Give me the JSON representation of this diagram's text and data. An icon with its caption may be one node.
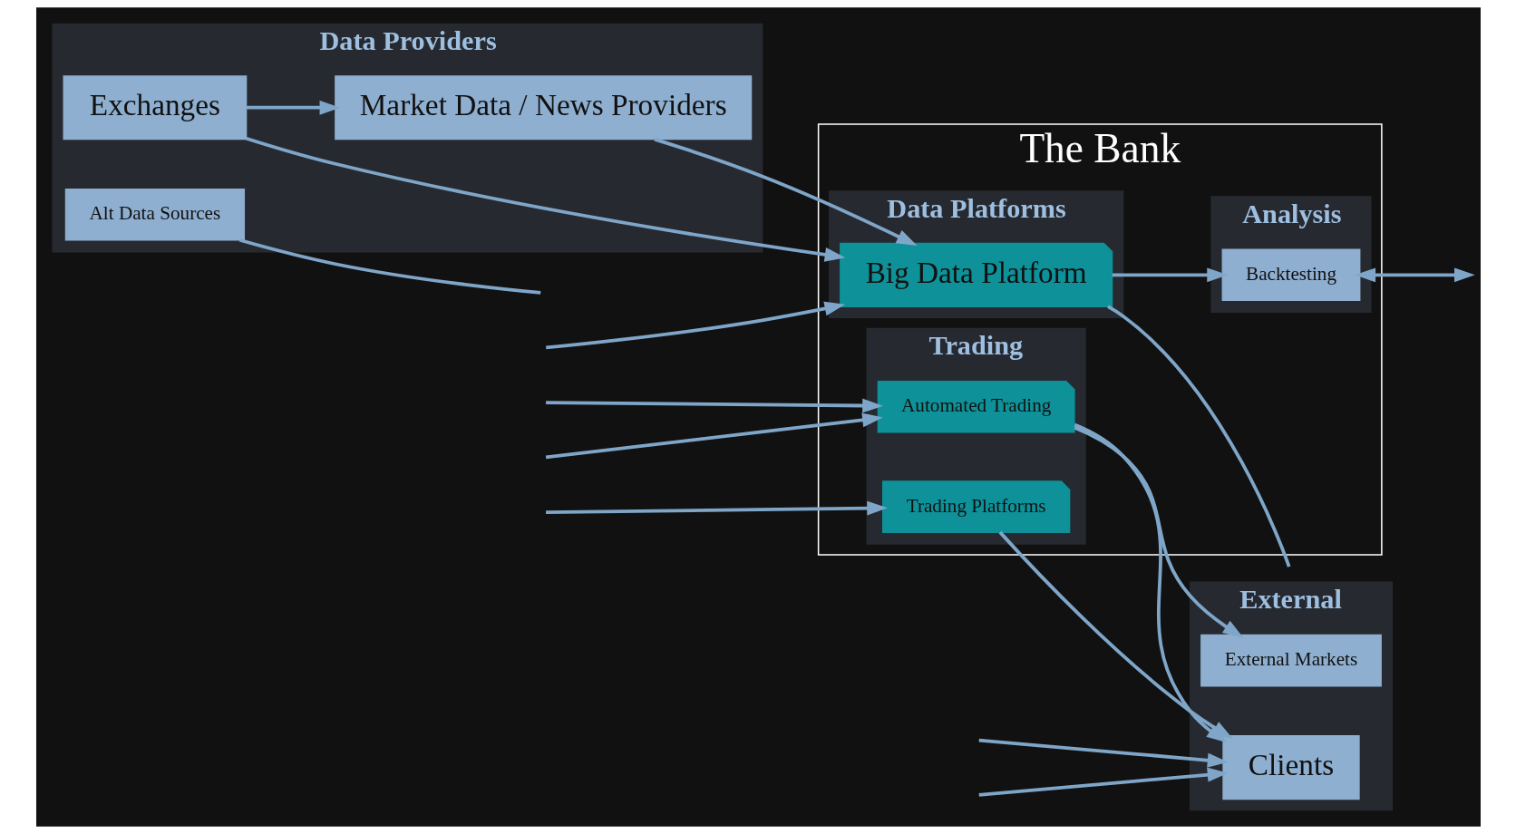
{
  "diagram": {
    "nodes": [
      {
        "text": [
          "Data Providers"
        ]
      },
      {
        "text": [
          "Exchanges"
        ],
        "in": 0
      },
      {
        "text": [
          "Market Data / News Providers"
        ],
        "in": 0
      },
      {
        "text": [
          "Alt Data Sources"
        ],
        "in": 0
      },
      {
        "text": [
          "The Bank"
        ]
      },
      {
        "text": [
          "Data Platforms"
        ],
        "in": 4
      },
      {
        "text": [
          "Big Data Platform"
        ],
        "in": 5
      },
      {
        "text": [
          "Analysis"
        ],
        "in": 4
      },
      {
        "text": [
          "Backtesting"
        ],
        "in": 7
      },
      {
        "text": [
          "Trading"
        ],
        "in": 4
      },
      {
        "text": [
          "Automated Trading"
        ],
        "in": 9
      },
      {
        "text": [
          "Trading Platforms"
        ],
        "in": 9
      },
      {
        "text": [
          "External"
        ]
      },
      {
        "text": [
          "Clients"
        ],
        "in": 12
      },
      {
        "text": [
          "External Markets"
        ],
        "in": 12
      }
    ],
    "edges": [
      {
        "from": 1,
        "to": 6,
        "arrow": "to"
      },
      {
        "from": 1,
        "to": 2,
        "arrow": "to"
      },
      {
        "from": 2,
        "to": 6,
        "arrow": "to"
      },
      {
        "from": 3,
        "to": null,
        "arrow": "none"
      },
      {
        "from": 6,
        "to": 8,
        "arrow": "to"
      },
      {
        "from": 6,
        "to": null,
        "arrow": "none"
      },
      {
        "from": null,
        "to": 6,
        "arrow": "to"
      },
      {
        "from": 8,
        "to": null,
        "arrow": "both"
      },
      {
        "from": null,
        "to": 10,
        "arrow": "to"
      },
      {
        "from": null,
        "to": 10,
        "arrow": "to"
      },
      {
        "from": null,
        "to": 11,
        "arrow": "to"
      },
      {
        "from": null,
        "to": 13,
        "arrow": "to"
      },
      {
        "from": null,
        "to": 13,
        "arrow": "to"
      },
      {
        "from": 10,
        "to": 13,
        "arrow": "to"
      },
      {
        "from": 10,
        "to": 14,
        "arrow": "to"
      },
      {
        "from": 11,
        "to": 13,
        "arrow": "to"
      }
    ]
  }
}
